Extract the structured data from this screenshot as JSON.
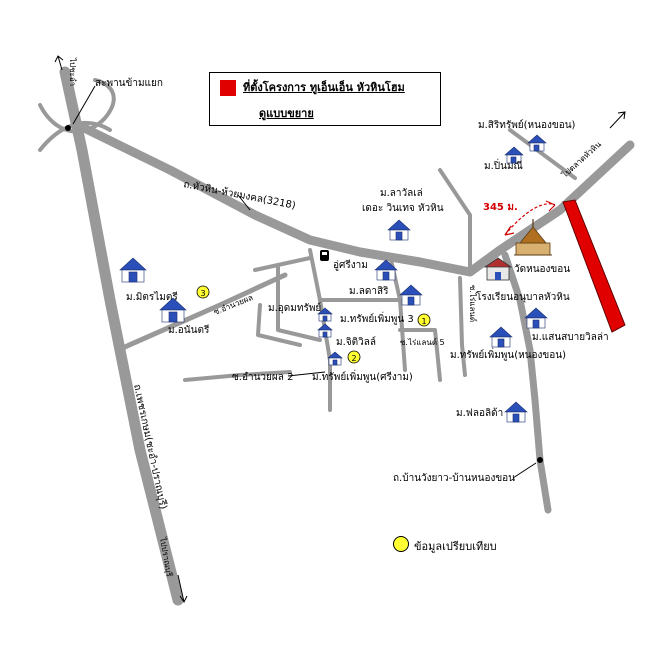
{
  "legend": {
    "title": "ที่ตั้งโครงการ ทูเอ็นเอ็น หัวหินโฮม",
    "subtitle": "ดูแบบขยาย",
    "project_color": "#e00000"
  },
  "note": {
    "text": "ข้อมูลเปรียบเทียบ",
    "marker_color": "#ffff33"
  },
  "distance": {
    "text": "345 ม.",
    "color": "#d40000"
  },
  "colors": {
    "road": "#999999",
    "village_icon": "#2b4fb8"
  },
  "labels": {
    "bridge": "สะพานข้ามแยก",
    "to_cha_am": "ไปชะอำ",
    "to_pranburi": "ไปปราณบุรี",
    "to_hua_hin_market": "ไปตลาดหัวหิน",
    "road_3218": "ถ.หัวหิน-ห้วยมงคล(3218)",
    "phetkasem": "ถ.เพชรเกษม(ชะอำ-ปราณบุรี)",
    "ban_wangyao": "ถ.บ้านวังยาว-บ้านหนองขอน",
    "siritrap": "ม.สิริทรัพย์(หนองขอน)",
    "pinmanee": "ม.ปิ่นมณี",
    "lavalle": "ม.ลาวัลเล่",
    "lavalle2": "เดอะ วินเทจ หัวหิน",
    "wat": "วัดหนองขอน",
    "school": "โรงเรียนอนุบาลหัวหิน",
    "usriram": "อู่ศรีงาม",
    "ladasiri": "ม.ลดาสิริ",
    "mitmaitri": "ม.มิตรไมตรี",
    "anantree": "ม.อนันตรี",
    "udomsap": "ม.อุดมทรัพย์",
    "sapperm3": "ม.ทรัพย์เพิ่มพูน 3",
    "jitivan": "ม.จิติวิลล์",
    "sapperm_sriram": "ม.ทรัพย์เพิ่มพูน(ศรีงาม)",
    "sansabai": "ม.แสนสบายวิลล่า",
    "sapperm_nongkhon": "ม.ทรัพย์เพิ่มพูน(หนองขอน)",
    "florida": "ม.ฟลอลิด้า",
    "amnuaiphon": "ซ.อำนวยผล",
    "amnuaiphon2": "ซ.อำนวยผล 2",
    "soi_rai_land": "ซ.ไร่แลนด์",
    "soi_rai_land5": "ซ.ไร่แลนด์ 5"
  },
  "markers": [
    "1",
    "2",
    "3"
  ]
}
